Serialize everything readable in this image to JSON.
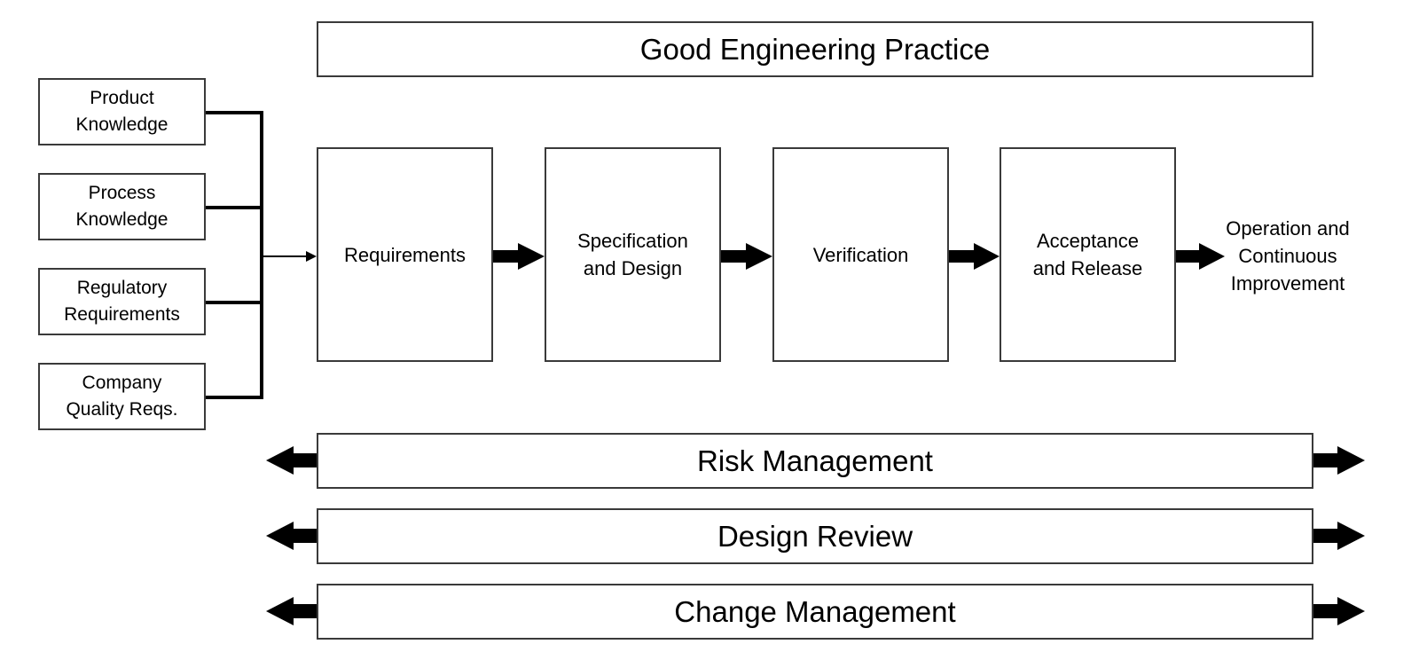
{
  "title": "Good Engineering Practice",
  "inputs": [
    {
      "label": "Product\nKnowledge"
    },
    {
      "label": "Process\nKnowledge"
    },
    {
      "label": "Regulatory\nRequirements"
    },
    {
      "label": "Company\nQuality Reqs."
    }
  ],
  "stages": [
    {
      "label": "Requirements"
    },
    {
      "label": "Specification\nand Design"
    },
    {
      "label": "Verification"
    },
    {
      "label": "Acceptance\nand Release"
    }
  ],
  "outcome": "Operation and\nContinuous\nImprovement",
  "ongoing_activities": [
    {
      "label": "Risk Management"
    },
    {
      "label": "Design Review"
    },
    {
      "label": "Change Management"
    }
  ],
  "colors": {
    "line": "#000000",
    "box_border": "#3a3a3a",
    "background": "#ffffff"
  }
}
